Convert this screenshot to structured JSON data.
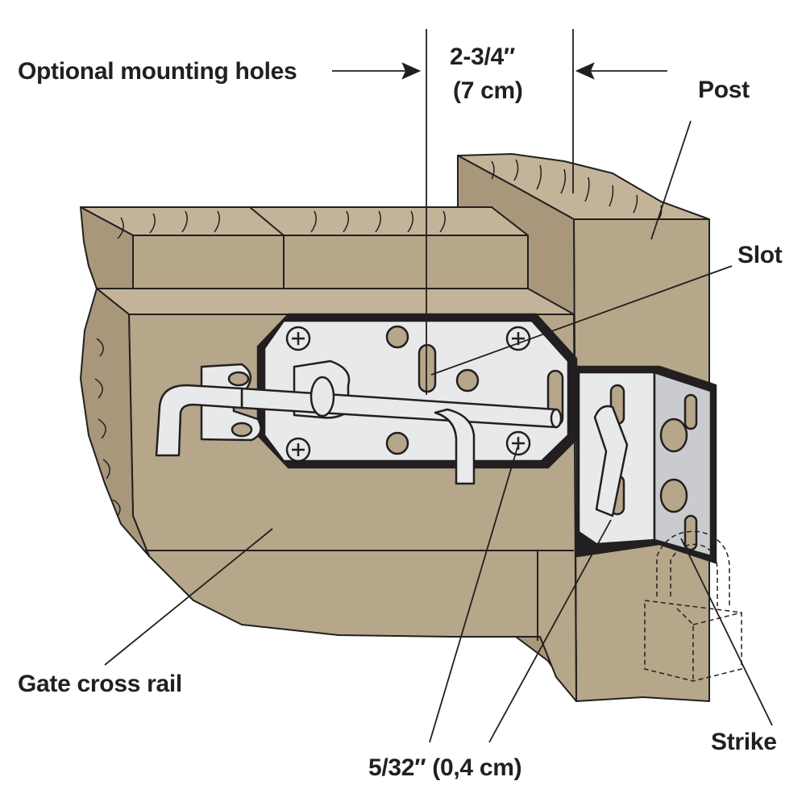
{
  "labels": {
    "optional_mounting_holes": "Optional mounting holes",
    "dimension_inch": "2-3/4″",
    "dimension_cm": "(7 cm)",
    "post": "Post",
    "slot": "Slot",
    "gate_cross_rail": "Gate cross rail",
    "gap_dimension": "5/32″ (0,4 cm)",
    "strike": "Strike"
  },
  "colors": {
    "wood": "#b6a68a",
    "wood_shade": "#a8977a",
    "metal": "#e8e9eb",
    "metal_shade": "#c9cbcf",
    "ink": "#231f20"
  }
}
